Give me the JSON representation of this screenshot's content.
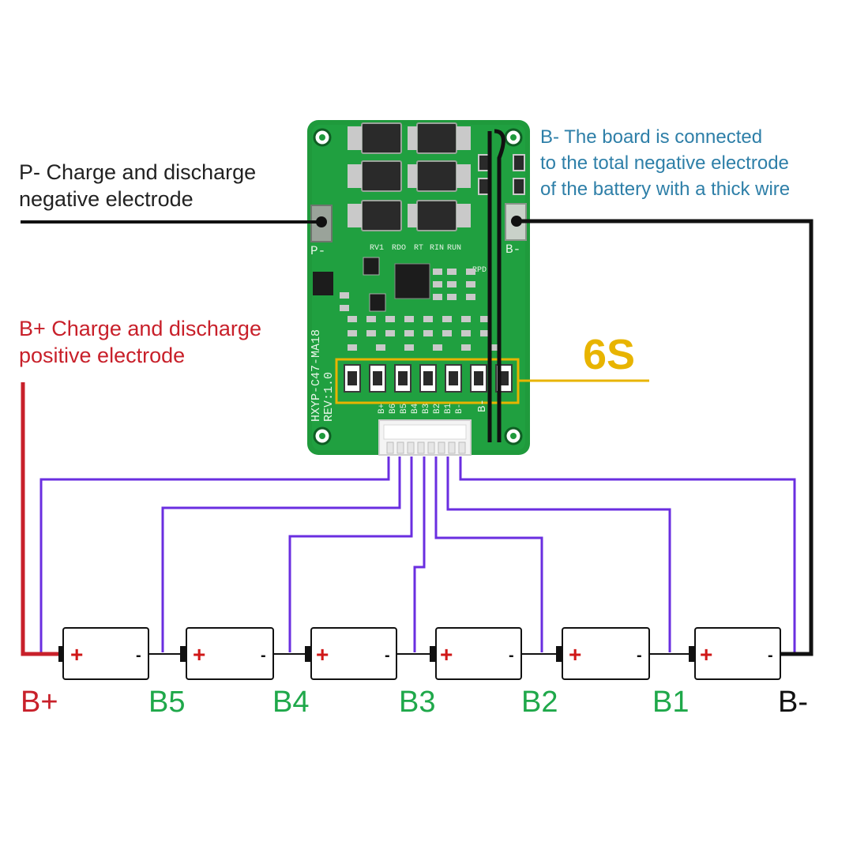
{
  "annotations": {
    "p_minus": {
      "lines": [
        "P- Charge and discharge",
        "negative electrode"
      ],
      "color": "#222222"
    },
    "b_plus": {
      "lines": [
        "B+ Charge and discharge",
        "positive electrode"
      ],
      "color": "#c8202a"
    },
    "b_minus": {
      "lines": [
        "B- The board is connected",
        "to the total negative electrode",
        "of the battery with a thick wire"
      ],
      "color": "#2e7fa8"
    }
  },
  "series_label": {
    "text": "6S",
    "color": "#e8b400"
  },
  "board": {
    "model_text": "HXYP-C47-MA18",
    "revision_text": "REV:1.0",
    "pad_p_minus": "P-",
    "pad_b_minus": "B-",
    "pad_b_minus_lower": "B-",
    "connector_pins": [
      "B+",
      "B6",
      "B5",
      "B4",
      "B3",
      "B2",
      "B1",
      "B-"
    ],
    "small_labels": [
      "RV1",
      "RDO",
      "RT",
      "RIN",
      "RUN",
      "RPD"
    ],
    "color": "#1f9a3c"
  },
  "nodes": [
    {
      "label": "B+",
      "color": "#c8202a"
    },
    {
      "label": "B5",
      "color": "#1fa84a"
    },
    {
      "label": "B4",
      "color": "#1fa84a"
    },
    {
      "label": "B3",
      "color": "#1fa84a"
    },
    {
      "label": "B2",
      "color": "#1fa84a"
    },
    {
      "label": "B1",
      "color": "#1fa84a"
    },
    {
      "label": "B-",
      "color": "#111111"
    }
  ],
  "cells": [
    {
      "plus": "+",
      "minus": "-"
    },
    {
      "plus": "+",
      "minus": "-"
    },
    {
      "plus": "+",
      "minus": "-"
    },
    {
      "plus": "+",
      "minus": "-"
    },
    {
      "plus": "+",
      "minus": "-"
    },
    {
      "plus": "+",
      "minus": "-"
    }
  ],
  "colors": {
    "sense_wire": "#6a2ee0",
    "negative_wire": "#111111",
    "positive_wire": "#c8202a",
    "highlight": "#e8b400"
  }
}
